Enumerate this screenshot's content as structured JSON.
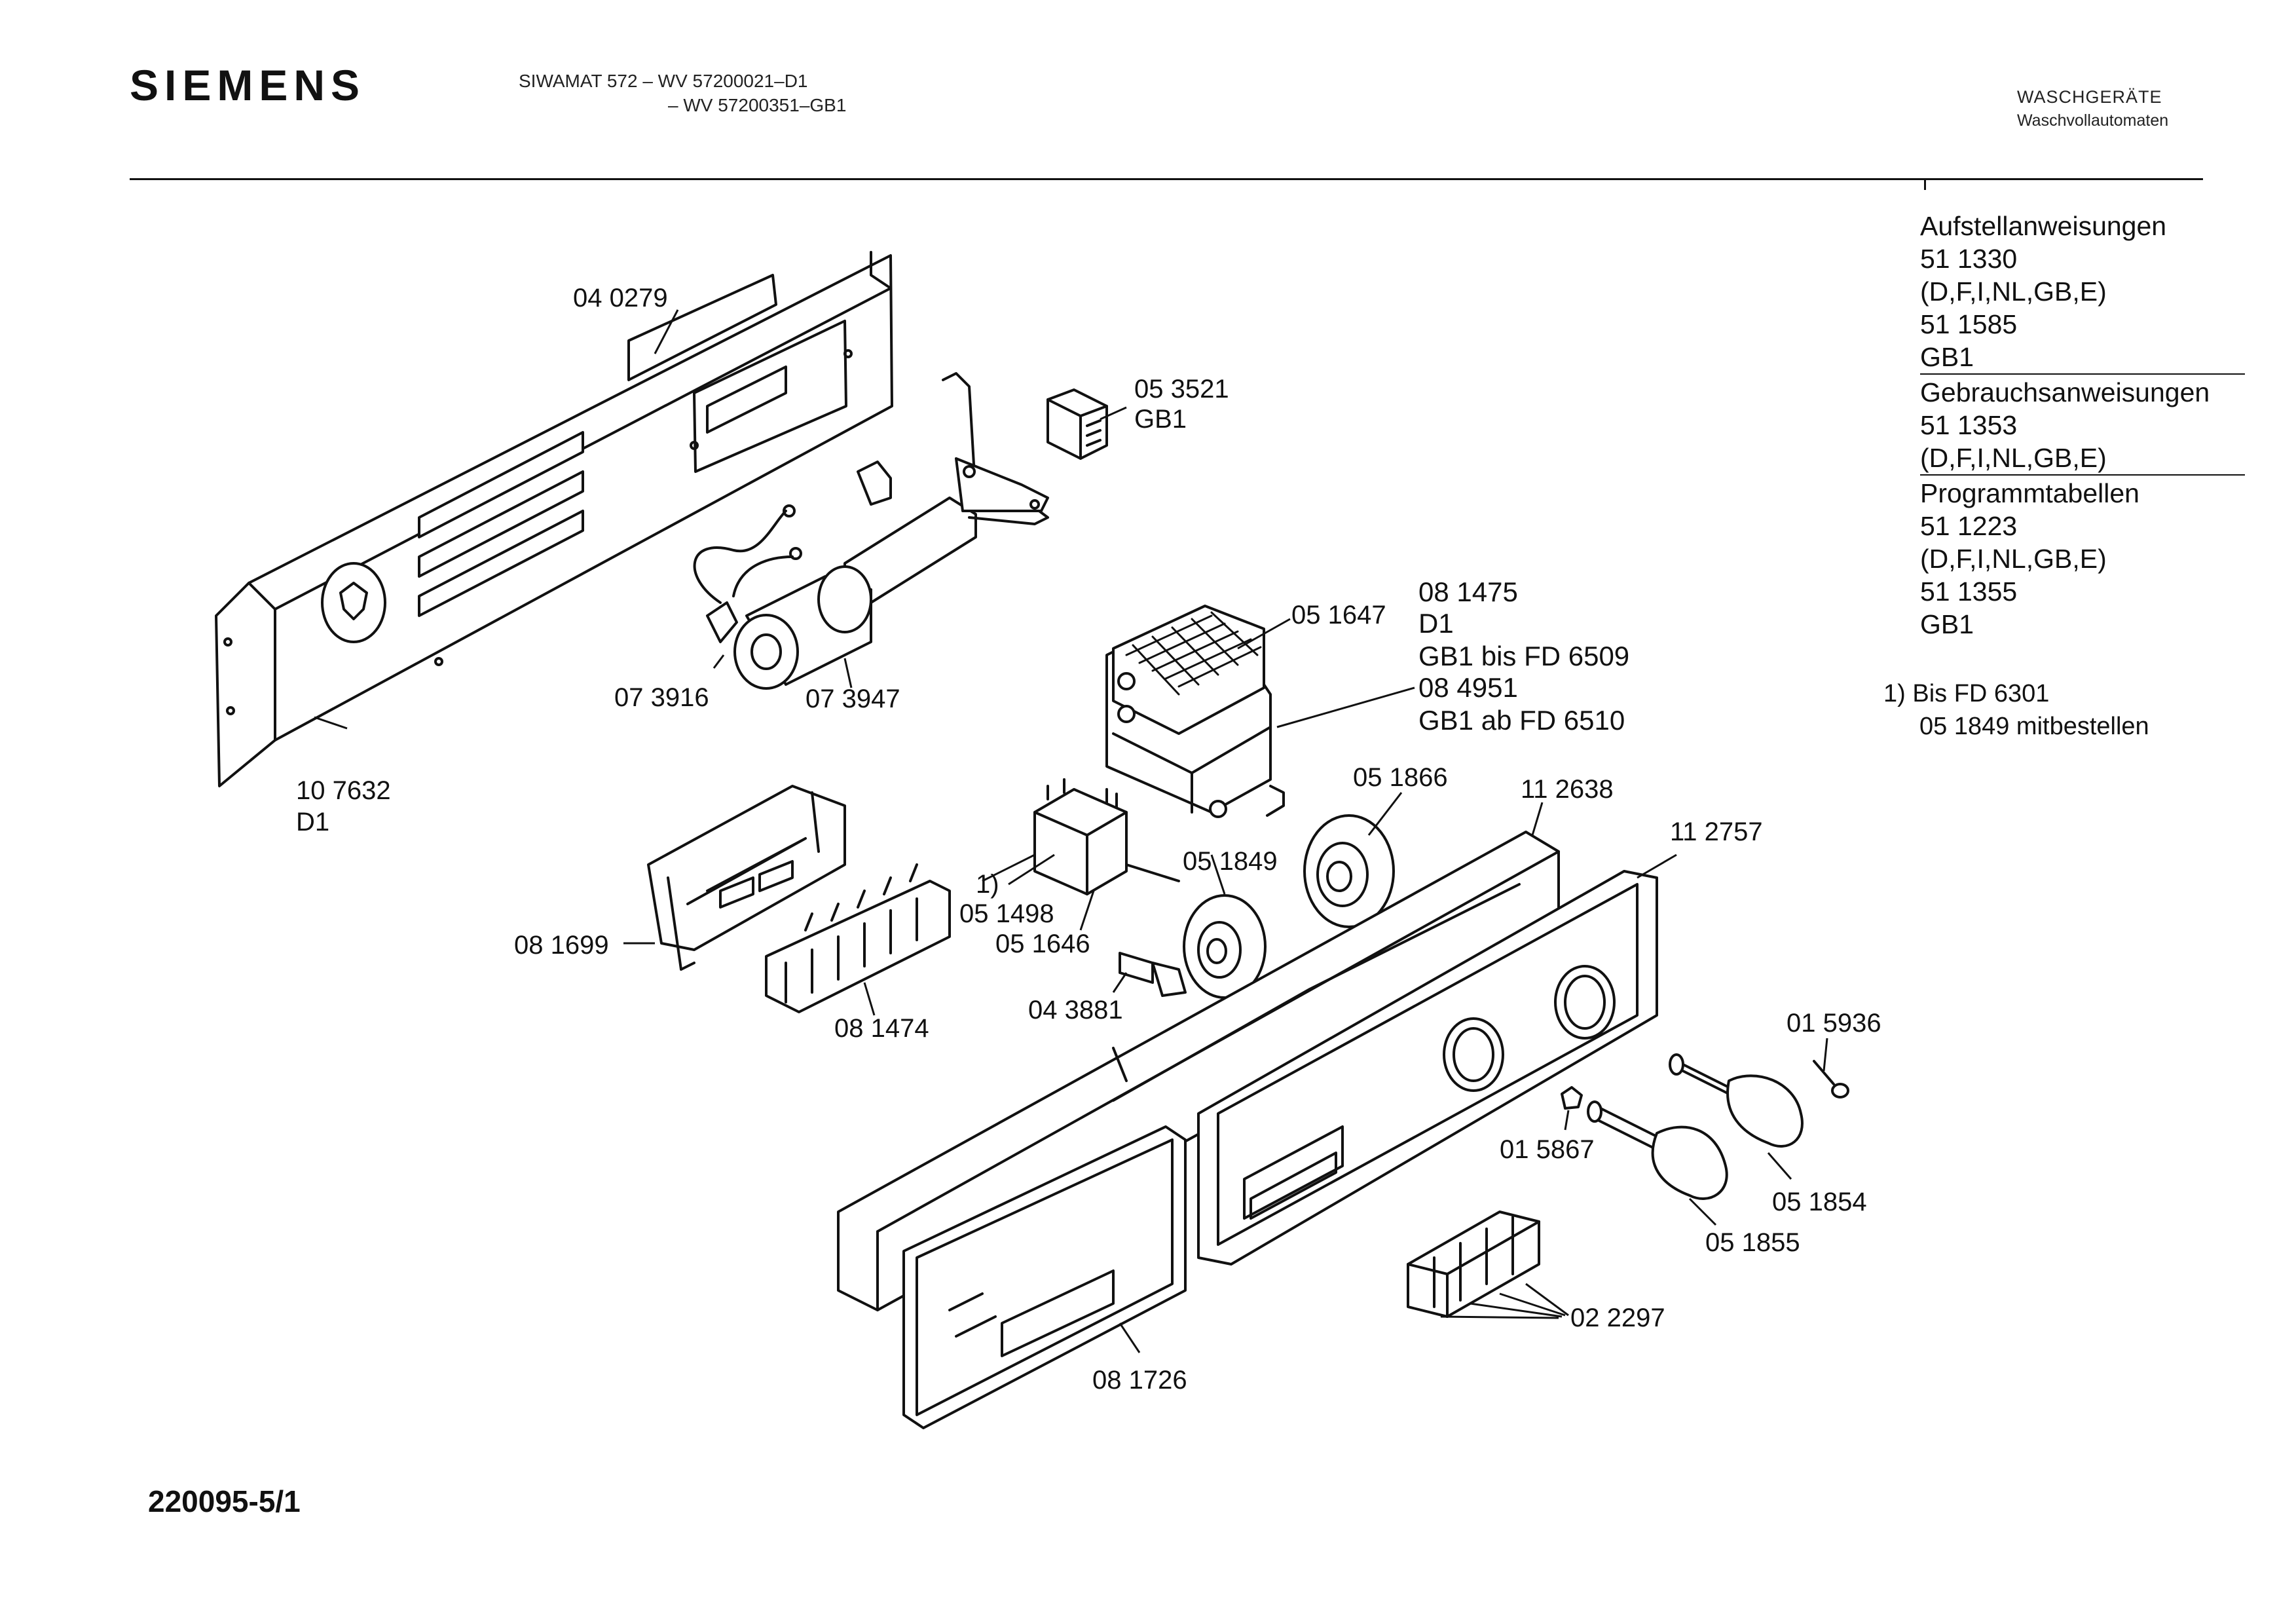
{
  "header": {
    "brand": "SIEMENS",
    "model_line1": "SIWAMAT 572  –  WV 57200021–D1",
    "model_line2": "–  WV 57200351–GB1",
    "category": "WASCHGERÄTE",
    "subcategory": "Waschvollautomaten"
  },
  "documents": [
    {
      "text": "Aufstellanweisungen",
      "sep": false
    },
    {
      "text": "51 1330",
      "sep": false
    },
    {
      "text": "(D,F,I,NL,GB,E)",
      "sep": false
    },
    {
      "text": "51 1585",
      "sep": false
    },
    {
      "text": "GB1",
      "sep": false
    },
    {
      "text": "Gebrauchsanweisungen",
      "sep": true
    },
    {
      "text": "51 1353",
      "sep": false
    },
    {
      "text": "(D,F,I,NL,GB,E)",
      "sep": false
    },
    {
      "text": "Programmtabellen",
      "sep": true
    },
    {
      "text": "51 1223",
      "sep": false
    },
    {
      "text": "(D,F,I,NL,GB,E)",
      "sep": false
    },
    {
      "text": "51 1355",
      "sep": false
    },
    {
      "text": "GB1",
      "sep": false
    }
  ],
  "footnote": {
    "line1": "1)  Bis FD 6301",
    "line2": "05 1849 mitbestellen"
  },
  "document_number": "220095-5/1",
  "part_labels": {
    "p040279": "04 0279",
    "p053521": "05 3521",
    "p053521_var": "GB1",
    "p073916": "07 3916",
    "p073947": "07 3947",
    "p107632": "10 7632",
    "p107632_var": "D1",
    "p051647": "05 1647",
    "p081475": "08 1475",
    "p081475_v1": "D1",
    "p081475_v2": "GB1 bis FD 6509",
    "p084951": "08 4951",
    "p084951_var": "GB1 ab FD 6510",
    "p051866": "05 1866",
    "p112638": "11 2638",
    "p112757": "11 2757",
    "p081699": "08 1699",
    "footnote_ref": "1)",
    "p051498": "05 1498",
    "p051646": "05 1646",
    "p051849": "05 1849",
    "p043881": "04 3881",
    "p081474": "08 1474",
    "p015936": "01 5936",
    "p015867": "01 5867",
    "p051854": "05 1854",
    "p051855": "05 1855",
    "p022297": "02 2297",
    "p081726": "08 1726"
  }
}
